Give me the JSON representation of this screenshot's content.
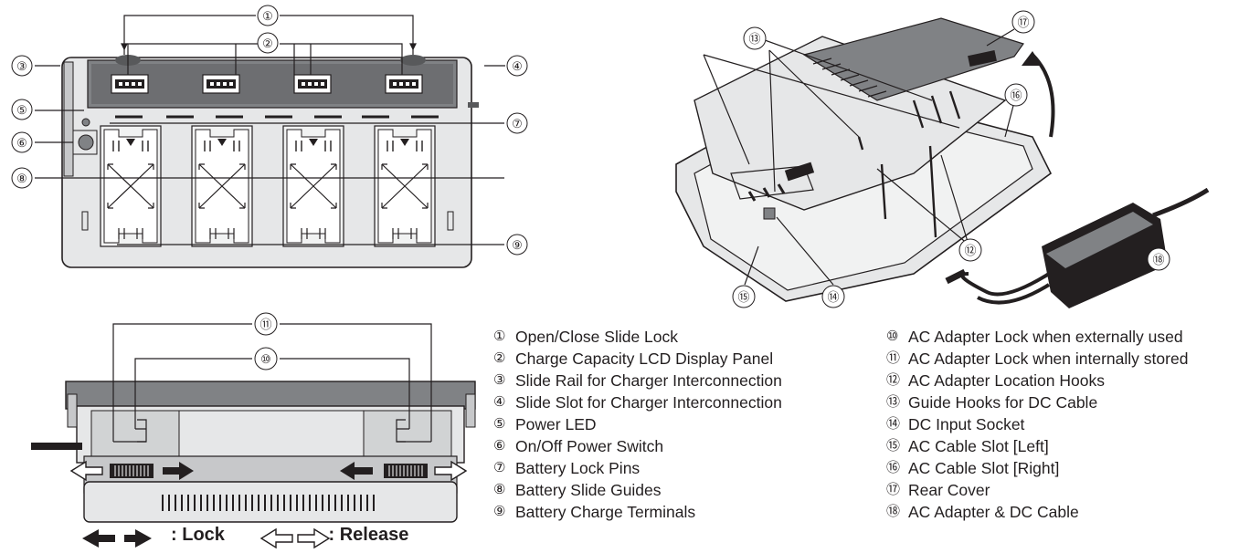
{
  "callouts": {
    "c1": "①",
    "c2": "②",
    "c3": "③",
    "c4": "④",
    "c5": "⑤",
    "c6": "⑥",
    "c7": "⑦",
    "c8": "⑧",
    "c9": "⑨",
    "c10": "⑩",
    "c11": "⑪",
    "c12": "⑫",
    "c13": "⑬",
    "c14": "⑭",
    "c15": "⑮",
    "c16": "⑯",
    "c17": "⑰",
    "c18": "⑱"
  },
  "legend_left": [
    {
      "num": "①",
      "label": "Open/Close Slide Lock"
    },
    {
      "num": "②",
      "label": "Charge Capacity LCD Display Panel"
    },
    {
      "num": "③",
      "label": "Slide Rail for Charger Interconnection"
    },
    {
      "num": "④",
      "label": "Slide Slot for Charger Interconnection"
    },
    {
      "num": "⑤",
      "label": "Power LED"
    },
    {
      "num": "⑥",
      "label": "On/Off Power Switch"
    },
    {
      "num": "⑦",
      "label": "Battery Lock Pins"
    },
    {
      "num": "⑧",
      "label": "Battery Slide Guides"
    },
    {
      "num": "⑨",
      "label": "Battery Charge Terminals"
    }
  ],
  "legend_right": [
    {
      "num": "⑩",
      "label": "AC Adapter Lock when externally used"
    },
    {
      "num": "⑪",
      "label": "AC Adapter Lock when internally stored"
    },
    {
      "num": "⑫",
      "label": "AC Adapter Location Hooks"
    },
    {
      "num": "⑬",
      "label": "Guide Hooks for DC Cable"
    },
    {
      "num": "⑭",
      "label": "DC Input Socket"
    },
    {
      "num": "⑮",
      "label": "AC Cable Slot [Left]"
    },
    {
      "num": "⑯",
      "label": "AC Cable Slot [Right]"
    },
    {
      "num": "⑰",
      "label": "Rear Cover"
    },
    {
      "num": "⑱",
      "label": "AC Adapter & DC Cable"
    }
  ],
  "key": {
    "lock_label": "Lock",
    "release_label": "Release",
    "separator": ":"
  },
  "colors": {
    "body": "#e6e7e8",
    "panel": "#c7c8ca",
    "dark": "#808285",
    "line": "#231f20"
  }
}
